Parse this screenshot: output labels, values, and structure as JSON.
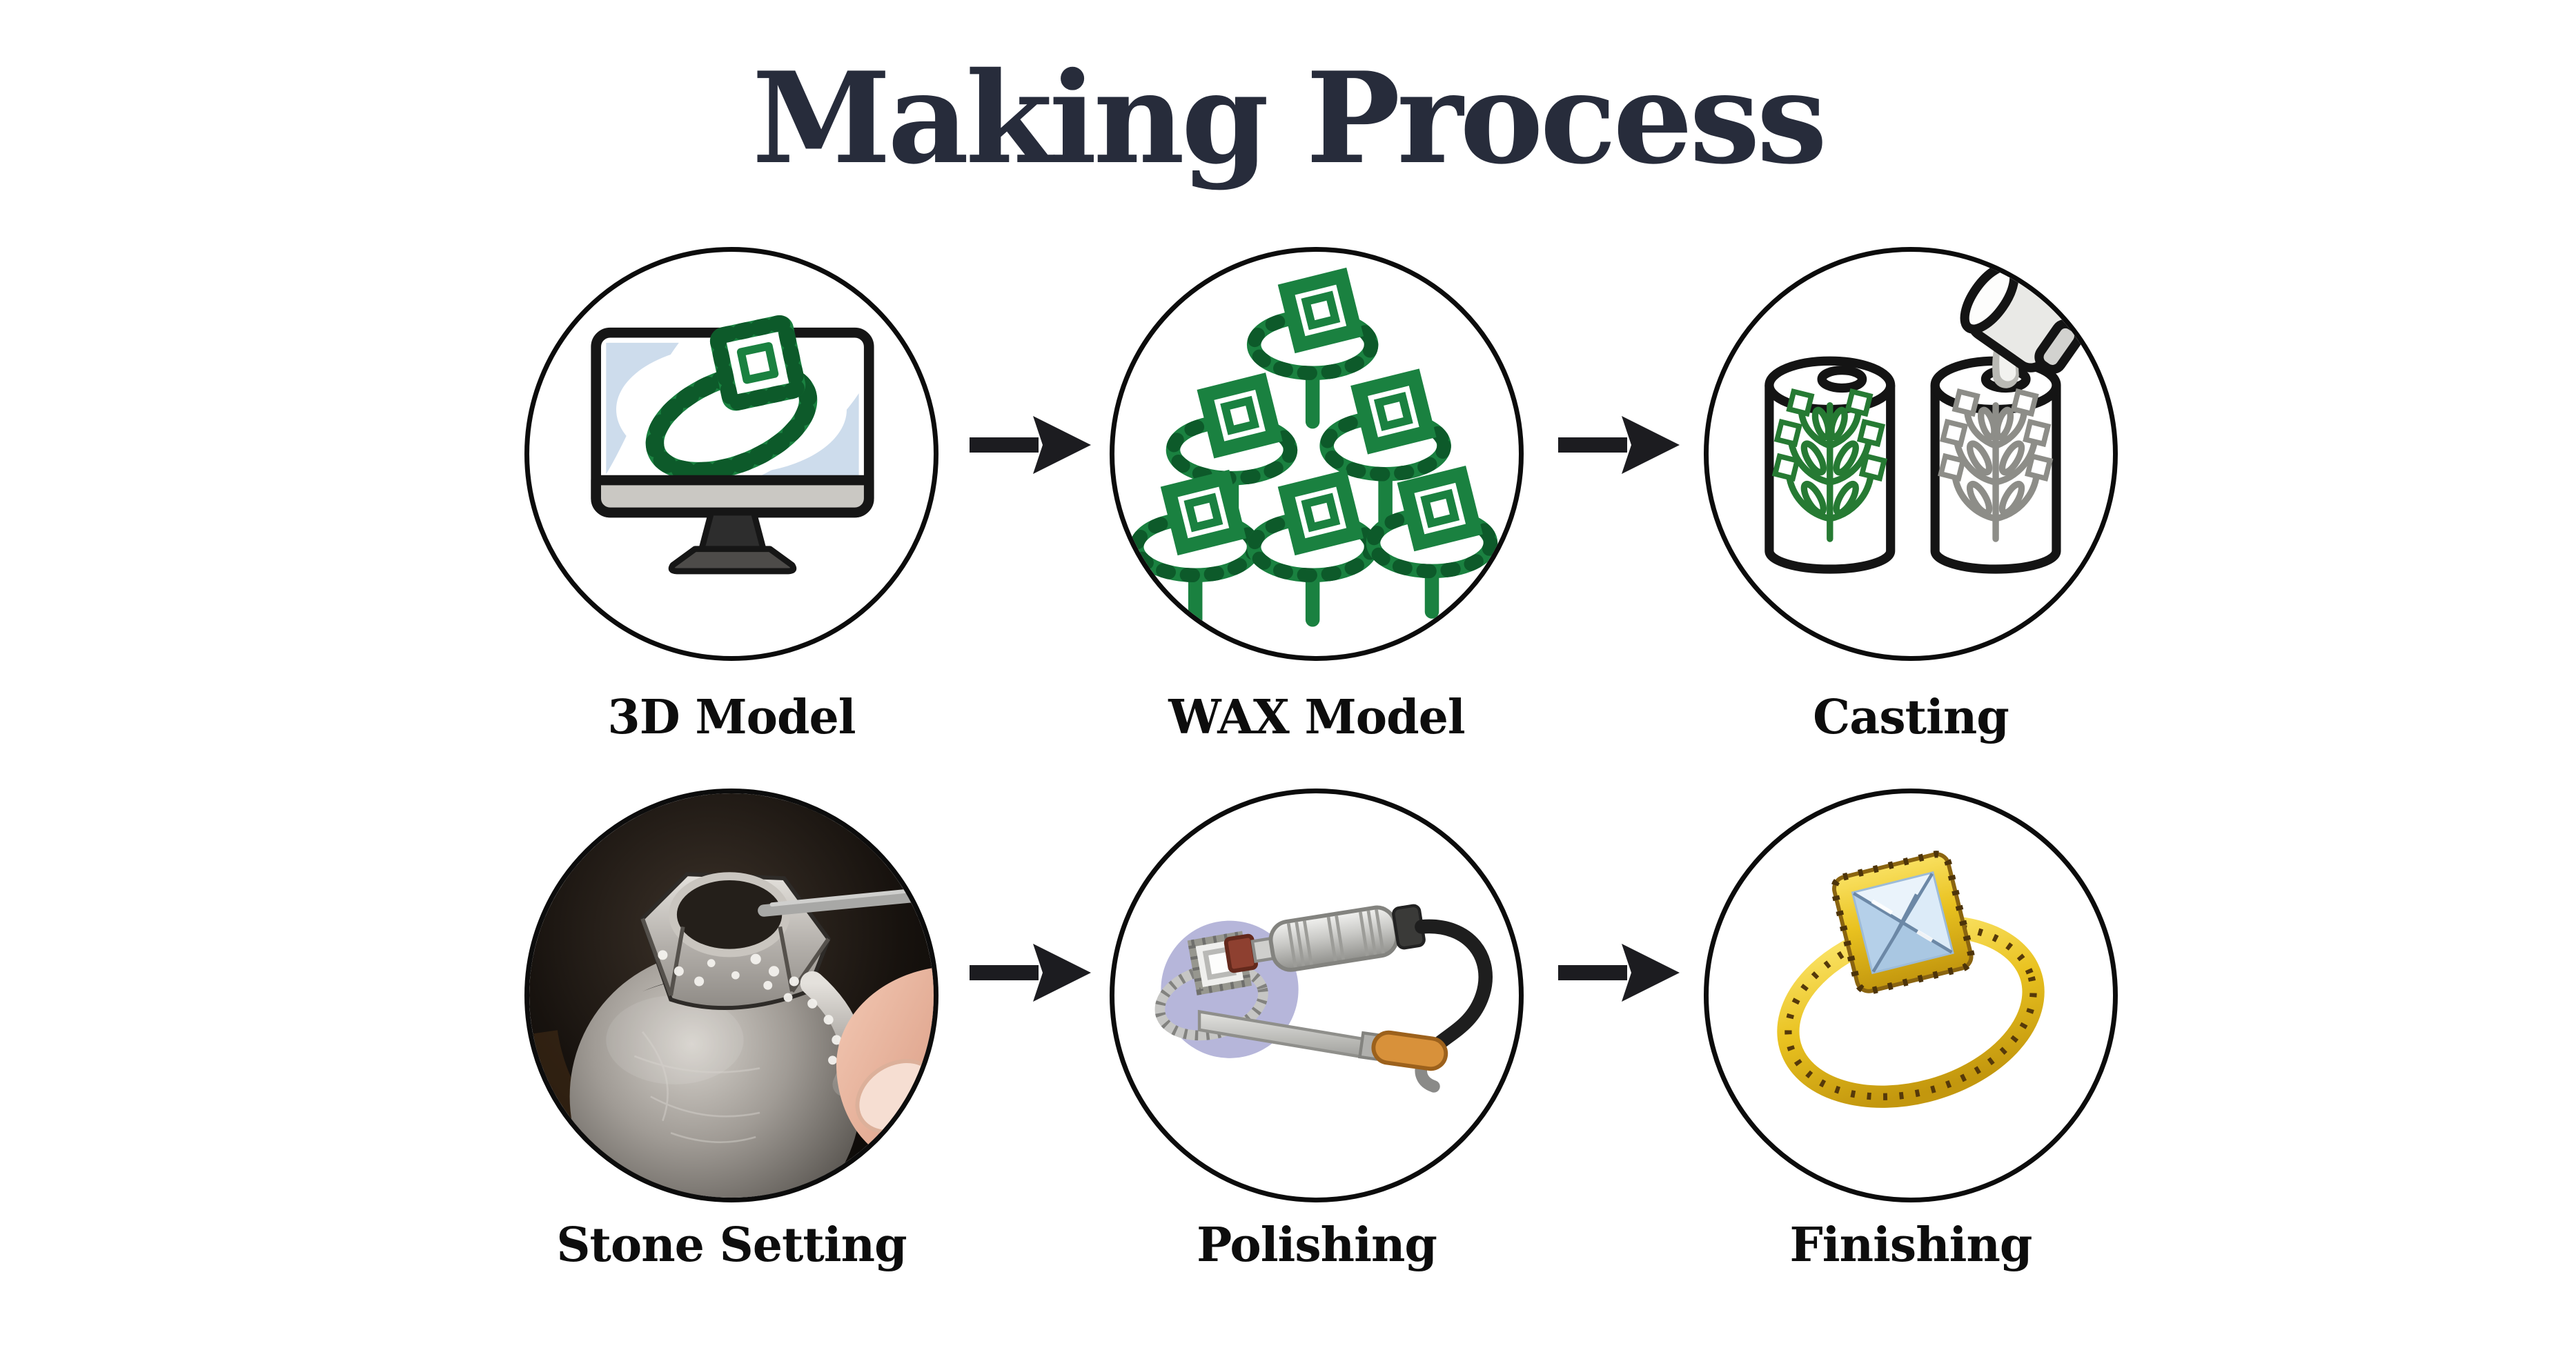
{
  "title": "Making Process",
  "colors": {
    "title_text": "#272c3b",
    "label_text": "#0d0d0d",
    "circle_border": "#0c0c0c",
    "arrow": "#1c1c20",
    "wax_green": "#1a8140",
    "gold": "#e9c220",
    "lavender": "#b6b6da"
  },
  "steps": [
    {
      "label": "3D Model",
      "icon": "monitor-ring-3d-icon"
    },
    {
      "label": "WAX Model",
      "icon": "wax-ring-tree-icon"
    },
    {
      "label": "Casting",
      "icon": "casting-flasks-icon"
    },
    {
      "label": "Stone Setting",
      "icon": "stone-setting-photo"
    },
    {
      "label": "Polishing",
      "icon": "polishing-tools-icon"
    },
    {
      "label": "Finishing",
      "icon": "finished-gold-ring-icon"
    }
  ]
}
